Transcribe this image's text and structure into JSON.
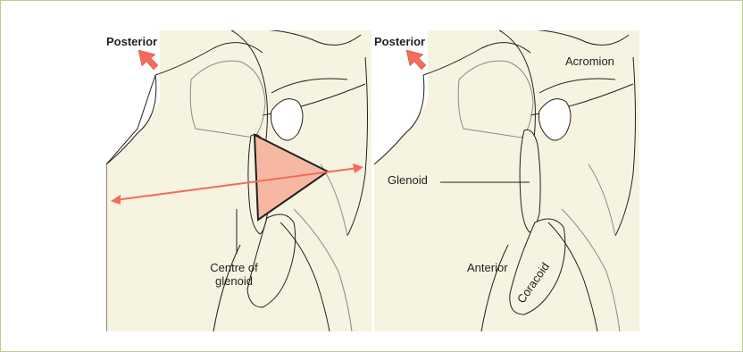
{
  "colors": {
    "frame_border": "#b9cf8c",
    "bone_fill": "#f6f3e0",
    "outline": "#231f20",
    "arrow": "#f26b5b",
    "triangle_fill": "#f7b8a3"
  },
  "left_panel": {
    "direction_label": "Posterior",
    "centre_label_line1": "Centre of",
    "centre_label_line2": "glenoid"
  },
  "right_panel": {
    "direction_label": "Posterior",
    "acromion_label": "Acromion",
    "glenoid_label": "Glenoid",
    "anterior_label": "Anterior",
    "coracoid_label": "Coracoid"
  },
  "icons": {
    "direction_arrow": "up-left-arrow-icon"
  }
}
